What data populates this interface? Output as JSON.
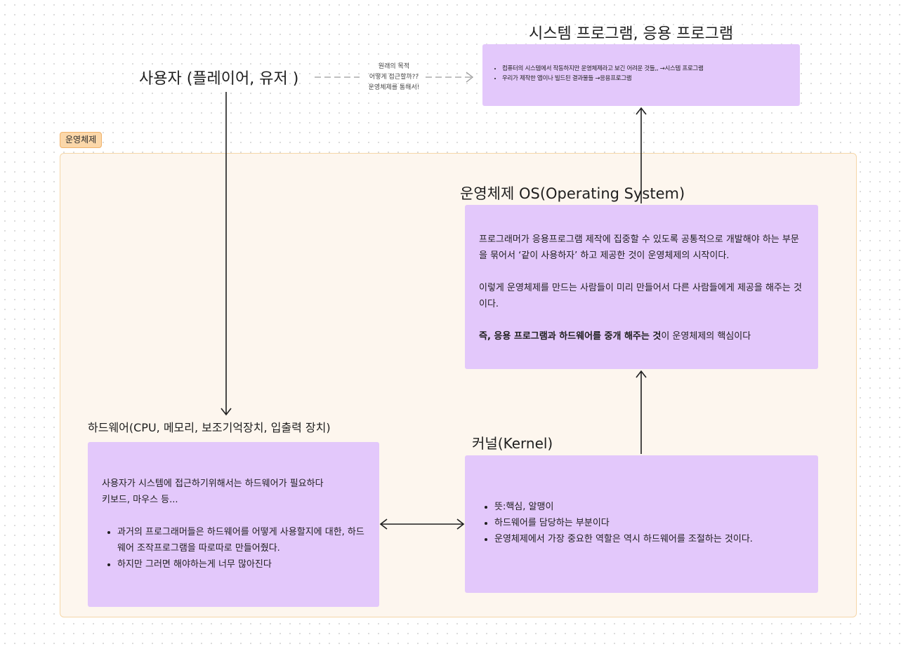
{
  "section": {
    "label": "운영체제"
  },
  "user": {
    "title": "사용자 (플레이어, 유저 )"
  },
  "user_note": {
    "lines": [
      "원래의 목적",
      "어떻게 접근할까??",
      "운영체제를 통해서!"
    ]
  },
  "system_program": {
    "title": "시스템 프로그램, 응용 프로그램",
    "items": [
      "컴퓨터의 시스템에서 작동하지만 운영체제라고 보긴 어려운 것들,, →시스템 프로그램",
      "우리가 제작한 앱이나 빌드된 결과물들 →응용프로그램"
    ]
  },
  "os": {
    "title": "운영체제 OS(Operating System)",
    "para1": "프로그래머가 응용프로그램 제작에 집중할 수 있도록 공통적으로 개발해야 하는 부문을 묶어서 ‘같이 사용하자’ 하고 제공한 것이 운영체제의 시작이다.",
    "para2": "이렇게 운영체제를 만드는 사람들이 미리 만들어서 다른 사람들에게 제공을 해주는 것이다.",
    "para3_bold": "즉, 응용 프로그램과 하드웨어를 중개 해주는 것",
    "para3_rest": "이 운영체제의 핵심이다"
  },
  "hardware": {
    "title": "하드웨어(CPU, 메모리, 보조기억장치, 입출력 장치)",
    "line1": "사용자가 시스템에 접근하기위해서는 하드웨어가 필요하다",
    "line2": "키보드, 마우스 등...",
    "items": [
      "과거의 프로그래머들은 하드웨어를 어떻게 사용할지에 대한, 하드웨어 조작프로그램을 따로따로 만들어줬다.",
      "하지만 그러면 해야하는게 너무 많아진다"
    ]
  },
  "kernel": {
    "title": "커널(Kernel)",
    "items": [
      "뜻:핵심, 알맹이",
      "하드웨어를 담당하는 부분이다",
      "운영체제에서 가장 중요한 역할은 역시 하드웨어를 조절하는 것이다."
    ]
  }
}
